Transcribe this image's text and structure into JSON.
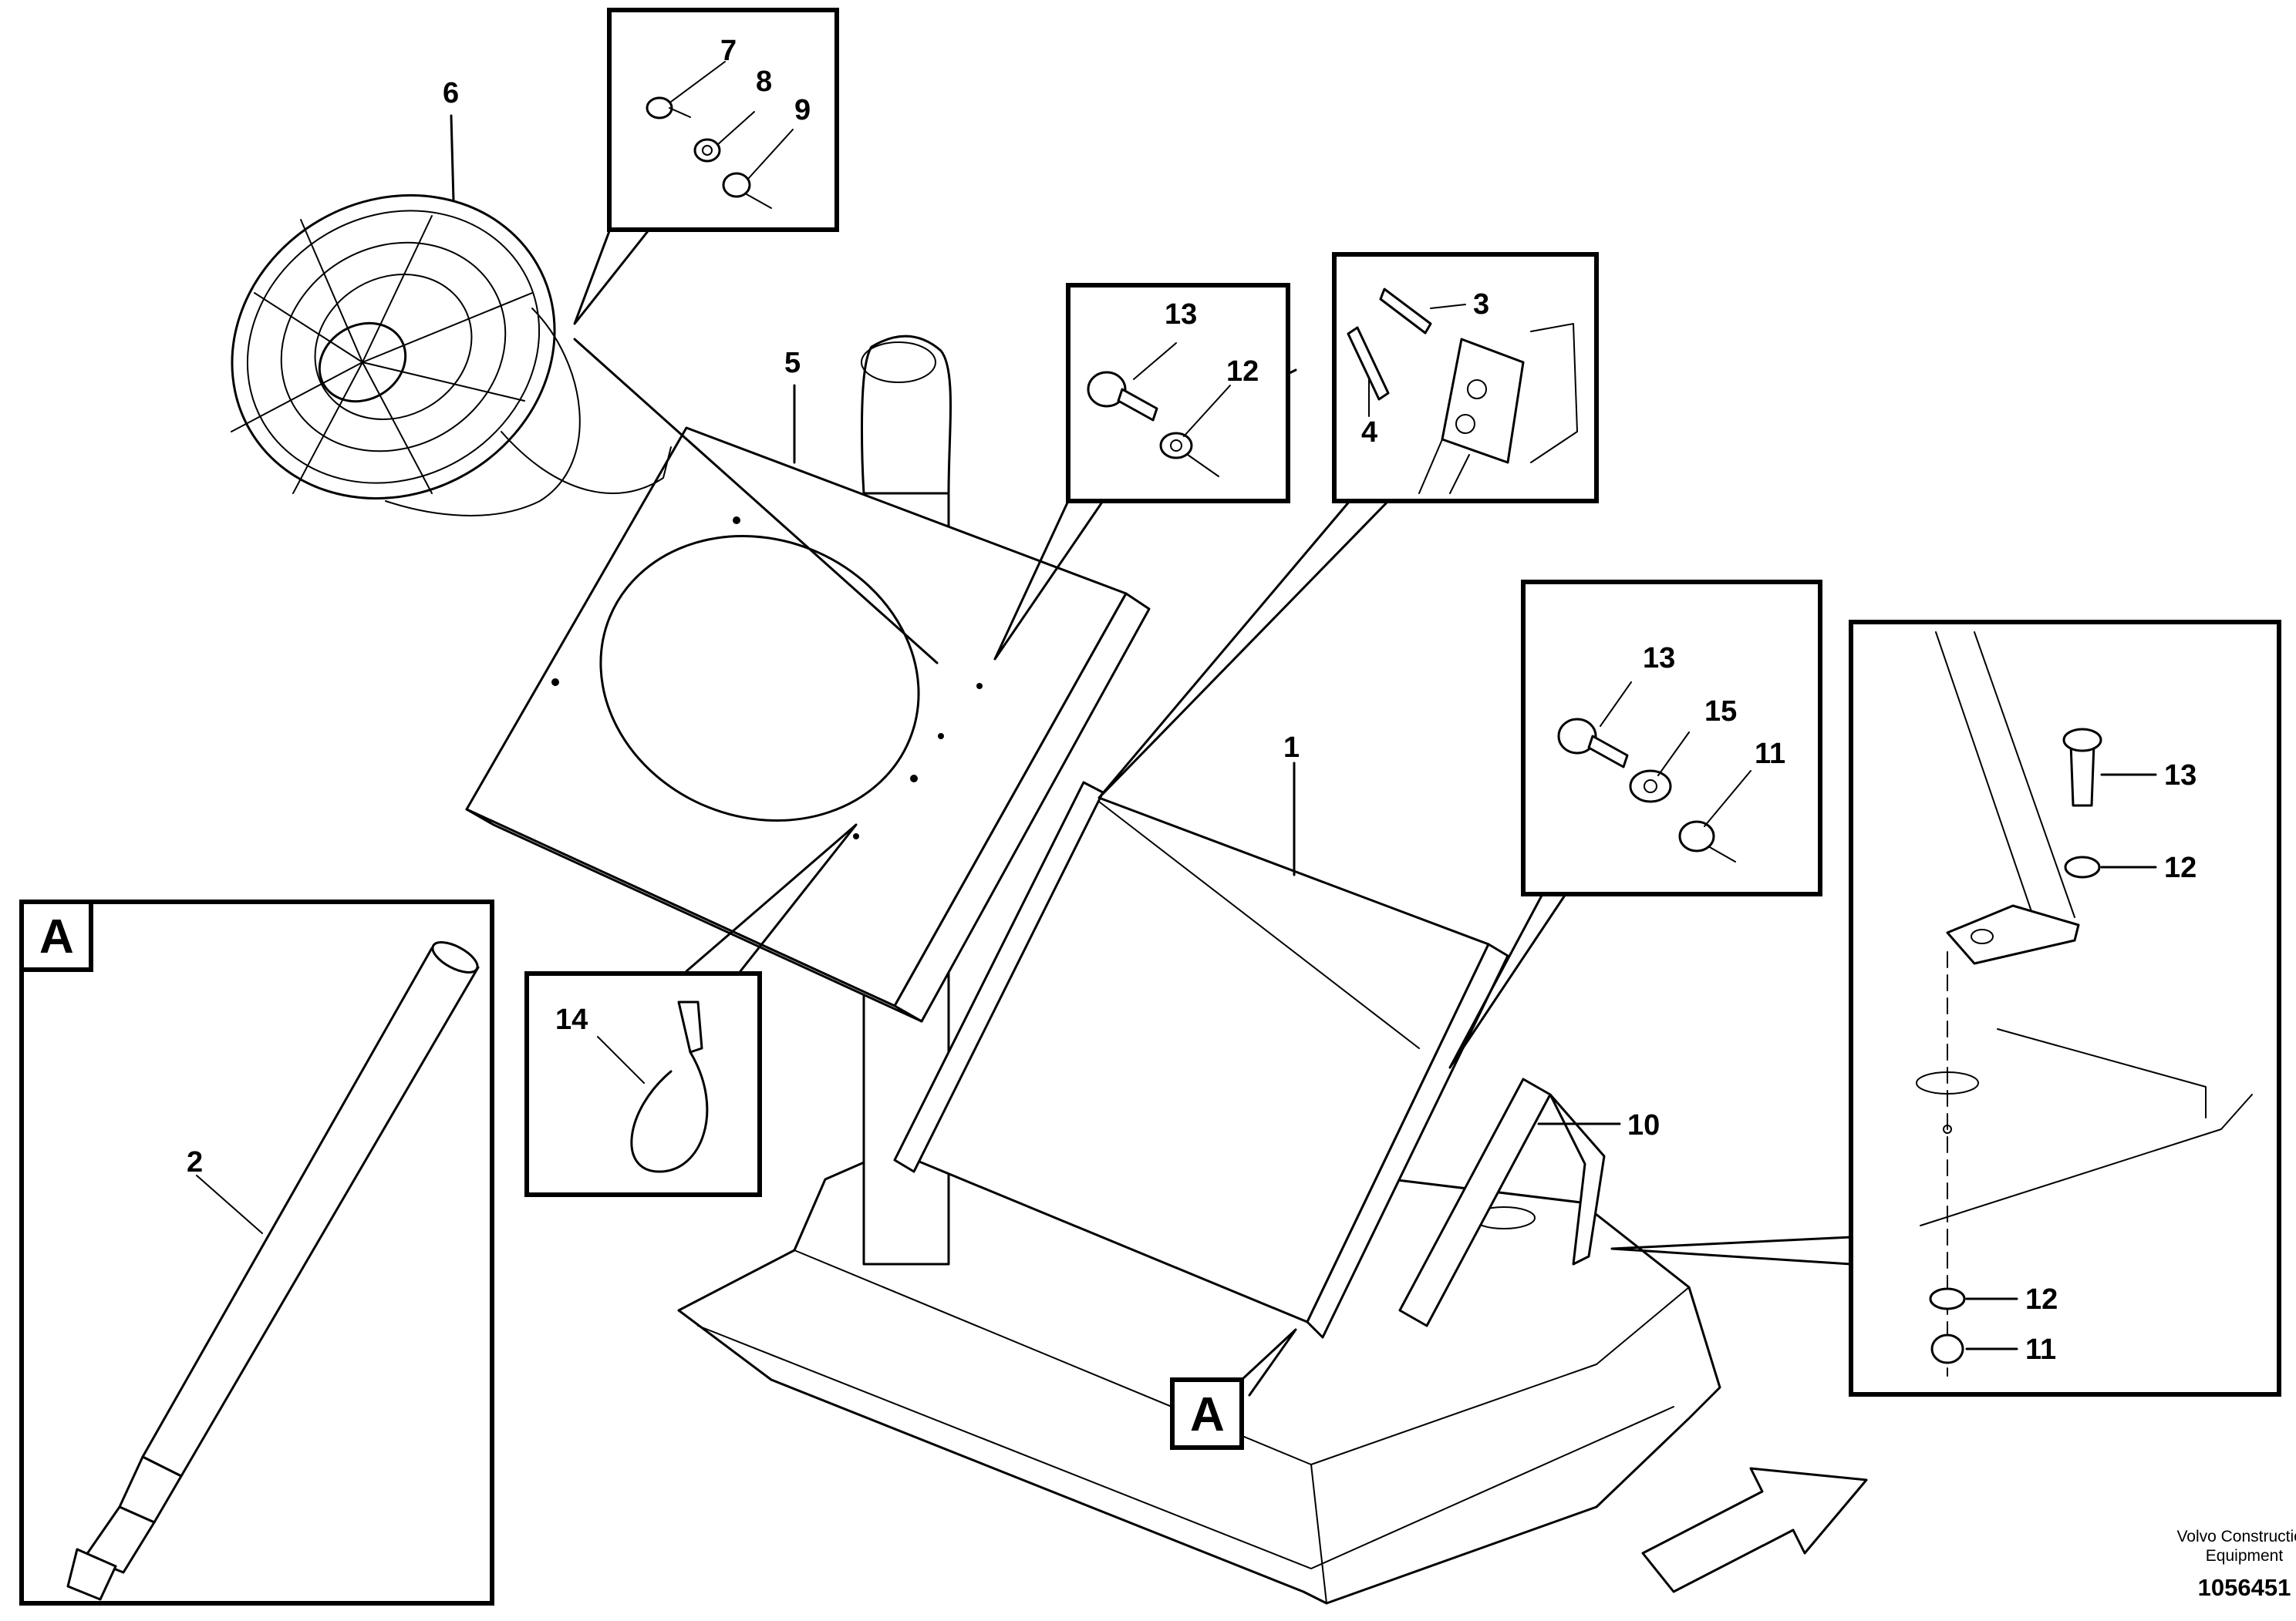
{
  "diagram": {
    "callouts": {
      "n1": "1",
      "n2": "2",
      "n3": "3",
      "n4": "4",
      "n5": "5",
      "n6": "6",
      "n7": "7",
      "n8": "8",
      "n9": "9",
      "n10": "10",
      "n14": "14",
      "n13a": "13",
      "n12a": "12",
      "n13b": "13",
      "n15b": "15",
      "n11b": "11",
      "n13c": "13",
      "n12c": "12",
      "n12d": "12",
      "n11c": "11"
    },
    "detail_label": "A",
    "detail_label_main": "A",
    "footer": {
      "brand_line1": "Volvo Construction",
      "brand_line2": "Equipment",
      "drawing_number": "1056451"
    }
  }
}
